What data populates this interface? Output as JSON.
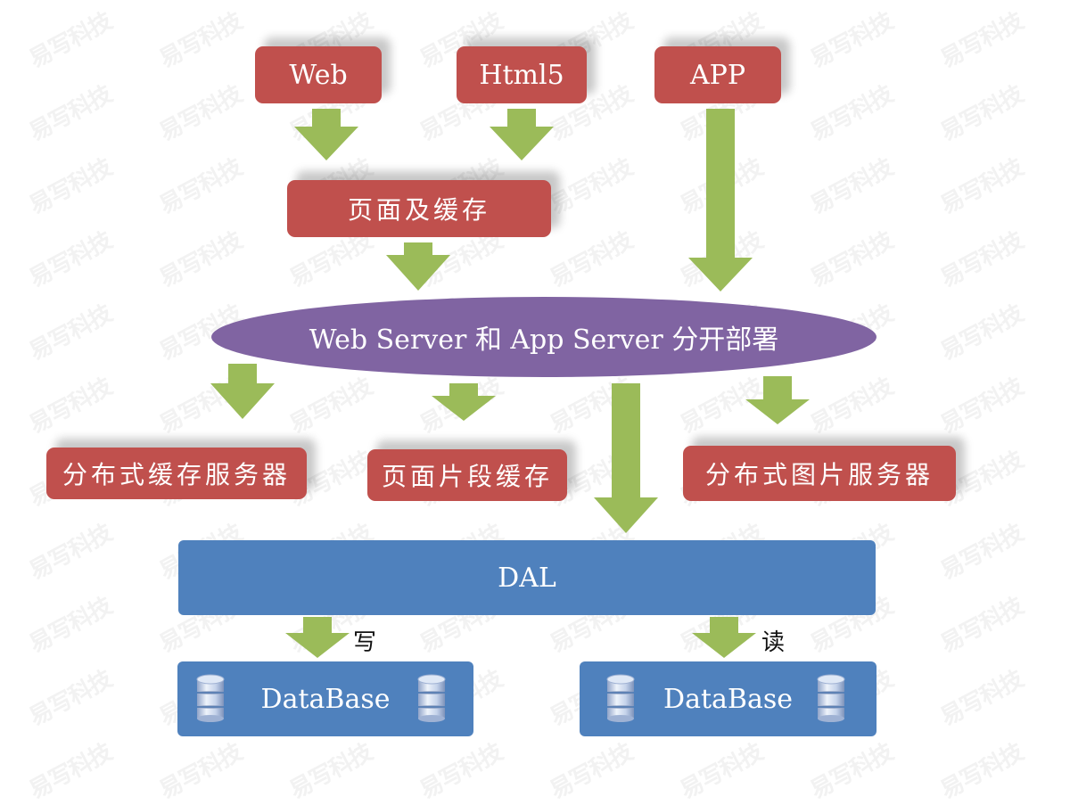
{
  "watermark": "易写科技",
  "colors": {
    "client_box": "#c0504d",
    "server_ellipse": "#8064a2",
    "data_box": "#4f81bd",
    "arrow": "#9bbb59"
  },
  "clients": [
    {
      "label": "Web"
    },
    {
      "label": "Html5"
    },
    {
      "label": "APP"
    }
  ],
  "page_cache": {
    "label": "页面及缓存"
  },
  "server": {
    "label": "Web Server 和 App Server 分开部署"
  },
  "services": [
    {
      "label": "分布式缓存服务器"
    },
    {
      "label": "页面片段缓存"
    },
    {
      "label": "分布式图片服务器"
    }
  ],
  "dal": {
    "label": "DAL"
  },
  "write_label": "写",
  "read_label": "读",
  "databases": [
    {
      "label": "DataBase",
      "role": "write",
      "icon": "database-icon"
    },
    {
      "label": "DataBase",
      "role": "read",
      "icon": "database-icon"
    }
  ]
}
